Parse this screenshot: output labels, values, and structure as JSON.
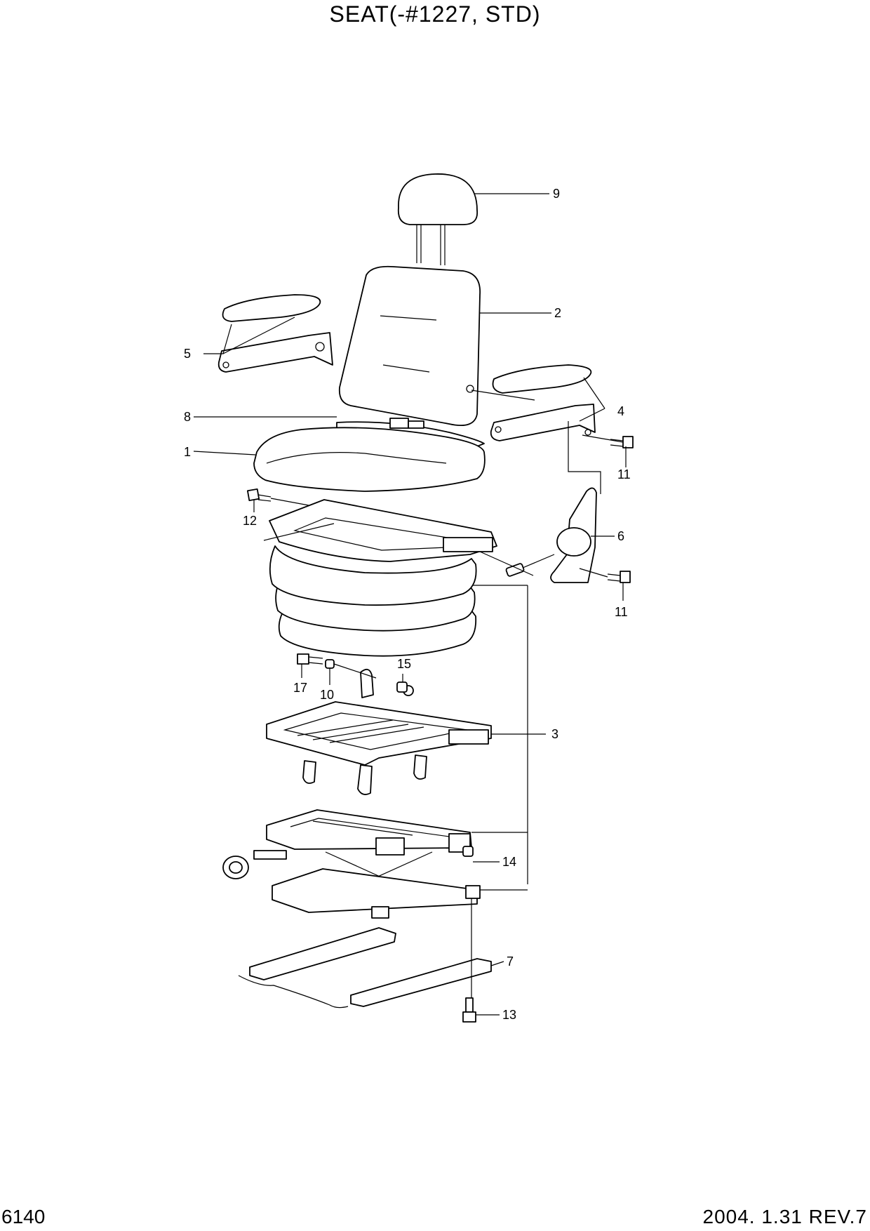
{
  "header": {
    "title": "SEAT(-#1227, STD)"
  },
  "footer": {
    "page_code": "6140",
    "revision": "2004. 1.31  REV.7"
  },
  "callouts": {
    "c1": "1",
    "c2": "2",
    "c3": "3",
    "c4": "4",
    "c5": "5",
    "c6": "6",
    "c7": "7",
    "c8": "8",
    "c9": "9",
    "c10": "10",
    "c11a": "11",
    "c11b": "11",
    "c12": "12",
    "c13": "13",
    "c14": "14",
    "c15": "15",
    "c17": "17"
  }
}
